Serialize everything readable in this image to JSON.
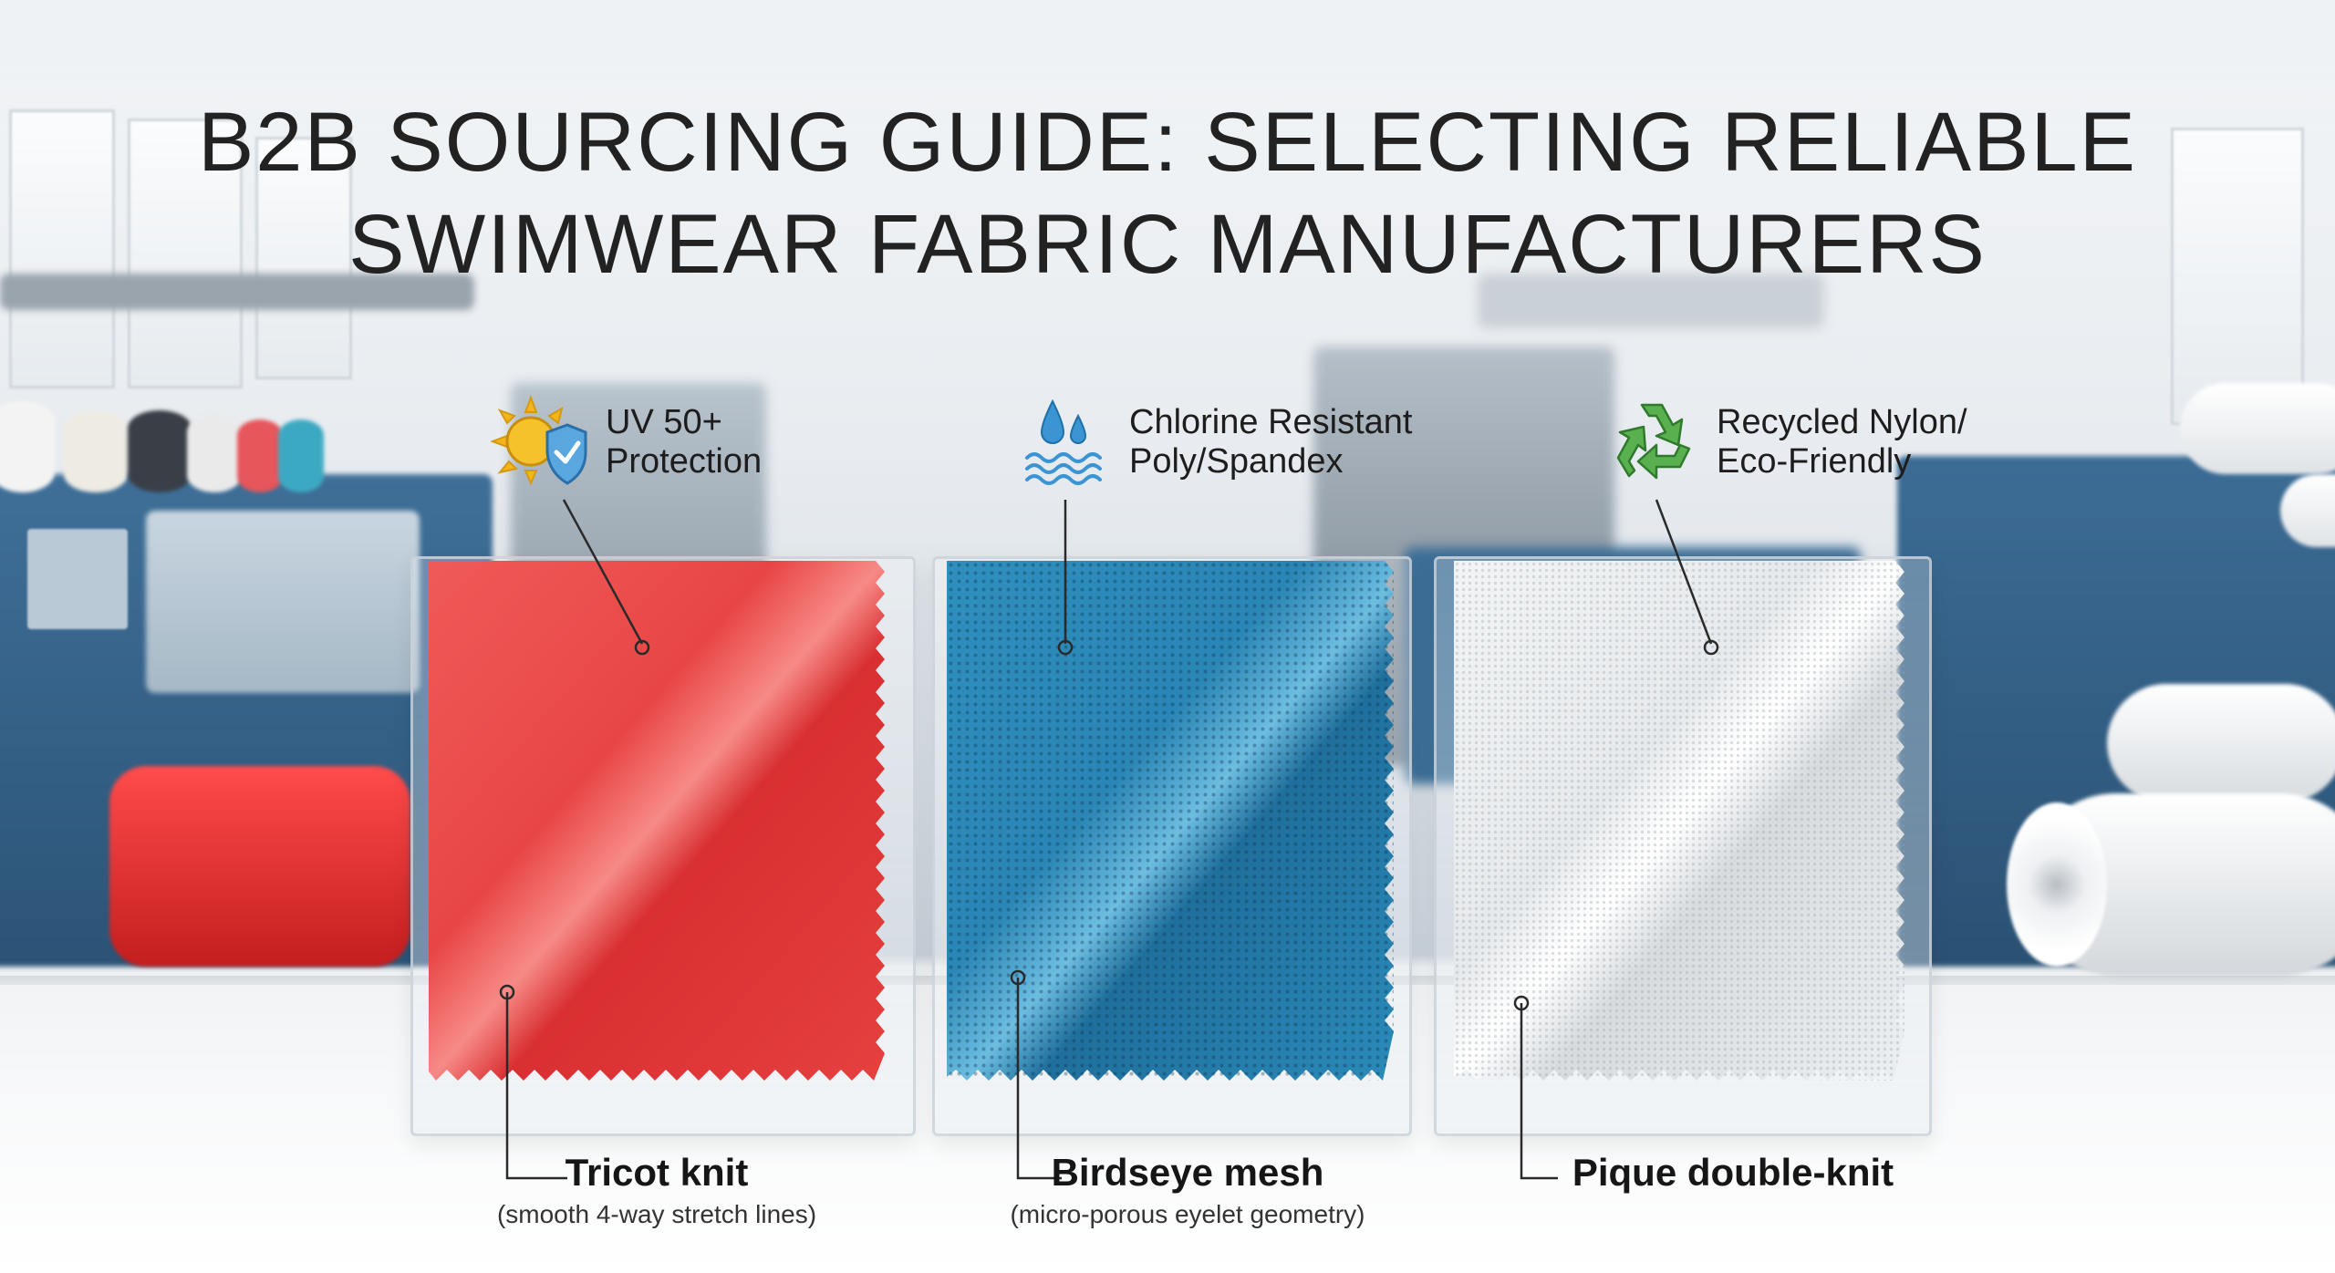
{
  "title": {
    "line1": "B2B SOURCING GUIDE: SELECTING RELIABLE",
    "line2": "SWIMWEAR FABRIC MANUFACTURERS"
  },
  "features": [
    {
      "line1": "UV 50+",
      "line2": "Protection",
      "icon": "sun-shield-icon"
    },
    {
      "line1": "Chlorine Resistant",
      "line2": "Poly/Spandex",
      "icon": "water-drops-icon"
    },
    {
      "line1": "Recycled Nylon/",
      "line2": "Eco-Friendly",
      "icon": "recycle-icon"
    }
  ],
  "fabrics": [
    {
      "name": "Tricot knit",
      "description": "(smooth 4-way stretch lines)",
      "color": "#e94b4b"
    },
    {
      "name": "Birdseye mesh",
      "description": "(micro-porous eyelet geometry)",
      "color": "#2f8fbd"
    },
    {
      "name": "Pique double-knit",
      "description": "",
      "color": "#f1f3f4"
    }
  ],
  "colors": {
    "title": "#222222",
    "line": "#2a2a2a",
    "uv_sun": "#f3b51a",
    "uv_shield": "#3b8fd0",
    "water": "#3b95d3",
    "recycle": "#4aa449"
  }
}
